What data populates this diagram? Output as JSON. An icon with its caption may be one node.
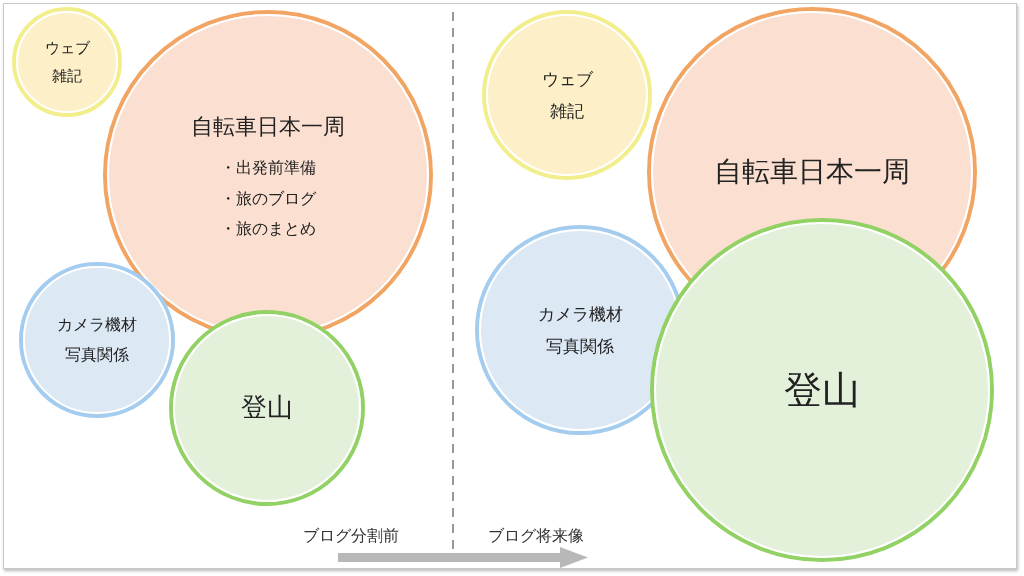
{
  "diagram": {
    "nodes": [
      {
        "text": [
          "ウェブ雑記"
        ]
      },
      {
        "text": [
          "自転車日本一周",
          "・出発前準備",
          "・旅のブログ",
          "・旅のまとめ"
        ]
      },
      {
        "text": [
          "カメラ機材",
          "写真関係"
        ]
      },
      {
        "text": [
          "登山"
        ]
      },
      {
        "text": [
          "ウェブ雑記"
        ]
      },
      {
        "text": [
          "自転車日本一周"
        ]
      },
      {
        "text": [
          "カメラ機材",
          "写真関係"
        ]
      },
      {
        "text": [
          "登山"
        ]
      }
    ],
    "edges": [],
    "labels": [
      "ブログ分割前",
      "ブログ将来像"
    ]
  }
}
